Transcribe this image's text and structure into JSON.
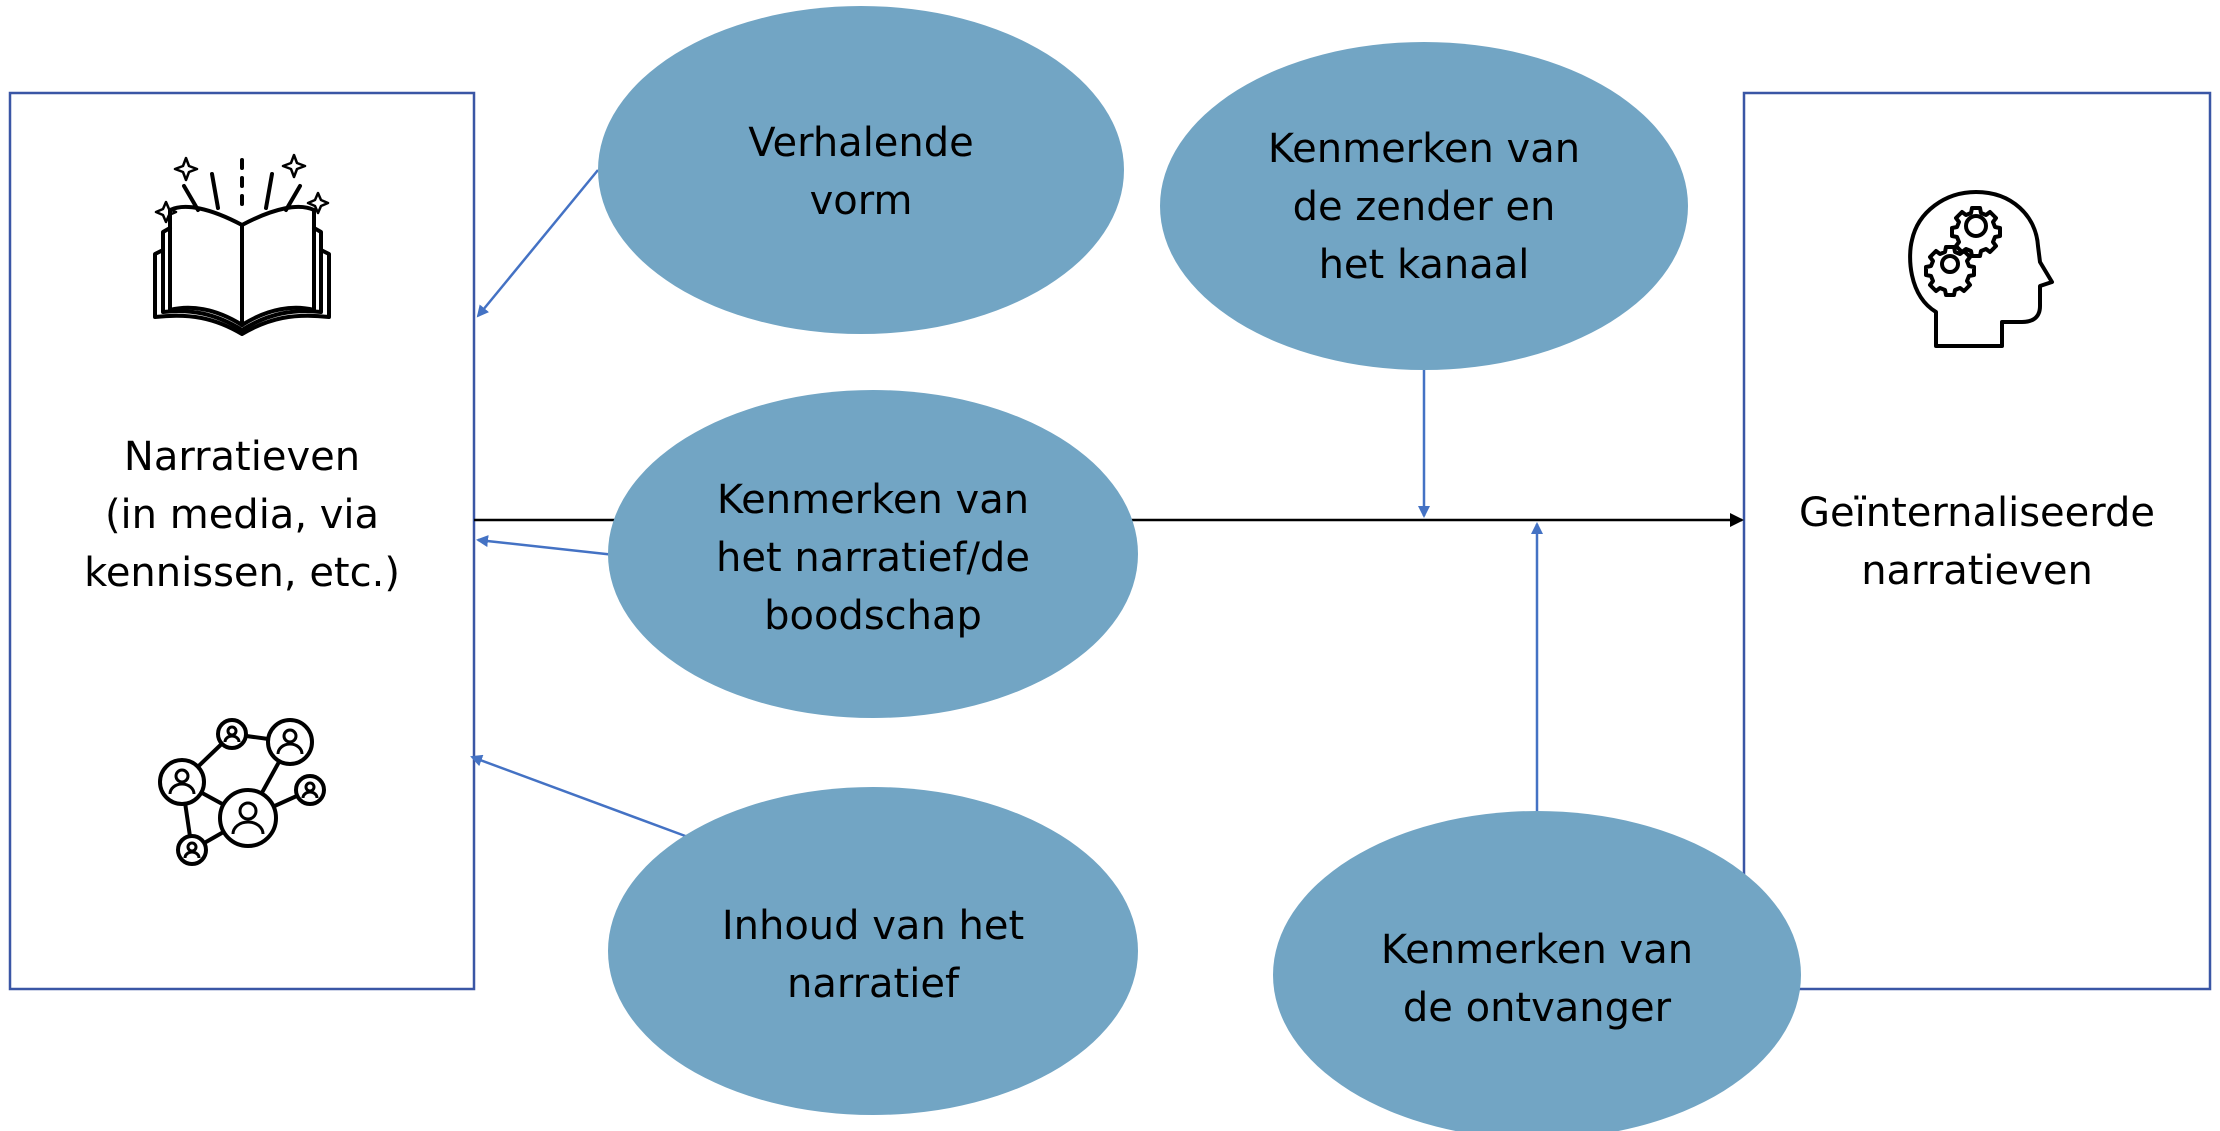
{
  "left_box": {
    "lines": [
      "Narratieven",
      "(in media, via",
      "kennissen, etc.)"
    ],
    "icons": [
      "open-book-icon",
      "social-network-icon"
    ]
  },
  "right_box": {
    "lines": [
      "Geïnternaliseerde",
      "narratieven"
    ],
    "icons": [
      "head-gears-icon"
    ]
  },
  "ellipses": {
    "verhalende": [
      "Verhalende",
      "vorm"
    ],
    "zender": [
      "Kenmerken van",
      "de zender en",
      "het kanaal"
    ],
    "narratief": [
      "Kenmerken van",
      "het narratief/de",
      "boodschap"
    ],
    "inhoud": [
      "Inhoud van het",
      "narratief"
    ],
    "ontvanger": [
      "Kenmerken van",
      "de ontvanger"
    ]
  },
  "colors": {
    "ellipse_fill": "#72A5C4",
    "box_border": "#3A56A5",
    "arrow_blue": "#4472C4",
    "arrow_black": "#000000"
  }
}
